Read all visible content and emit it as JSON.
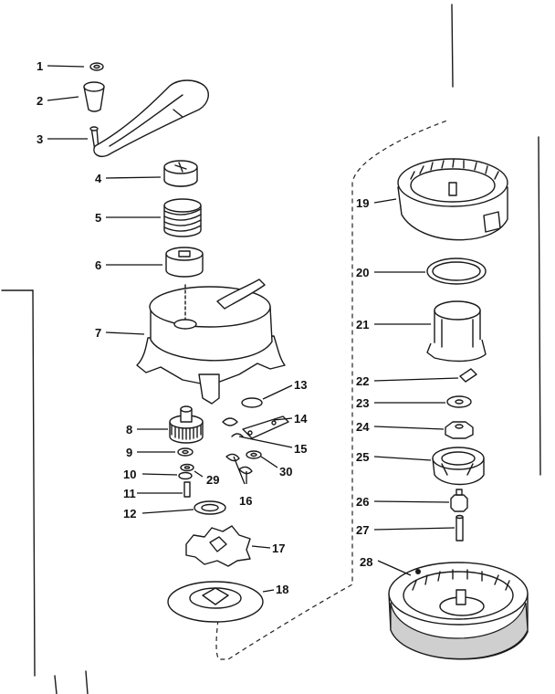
{
  "diagram": {
    "callouts": [
      {
        "id": "c1",
        "text": "1"
      },
      {
        "id": "c2",
        "text": "2"
      },
      {
        "id": "c3",
        "text": "3"
      },
      {
        "id": "c4",
        "text": "4"
      },
      {
        "id": "c5",
        "text": "5"
      },
      {
        "id": "c6",
        "text": "6"
      },
      {
        "id": "c7",
        "text": "7"
      },
      {
        "id": "c8",
        "text": "8"
      },
      {
        "id": "c9",
        "text": "9"
      },
      {
        "id": "c10",
        "text": "10"
      },
      {
        "id": "c11",
        "text": "11"
      },
      {
        "id": "c12",
        "text": "12"
      },
      {
        "id": "c13",
        "text": "13"
      },
      {
        "id": "c14",
        "text": "14"
      },
      {
        "id": "c15",
        "text": "15"
      },
      {
        "id": "c16",
        "text": "16"
      },
      {
        "id": "c17",
        "text": "17"
      },
      {
        "id": "c18",
        "text": "18"
      },
      {
        "id": "c19",
        "text": "19"
      },
      {
        "id": "c20",
        "text": "20"
      },
      {
        "id": "c21",
        "text": "21"
      },
      {
        "id": "c22",
        "text": "22"
      },
      {
        "id": "c23",
        "text": "23"
      },
      {
        "id": "c24",
        "text": "24"
      },
      {
        "id": "c25",
        "text": "25"
      },
      {
        "id": "c26",
        "text": "26"
      },
      {
        "id": "c27",
        "text": "27"
      },
      {
        "id": "c28",
        "text": "28"
      },
      {
        "id": "c29",
        "text": "29"
      },
      {
        "id": "c30",
        "text": "30"
      }
    ]
  }
}
